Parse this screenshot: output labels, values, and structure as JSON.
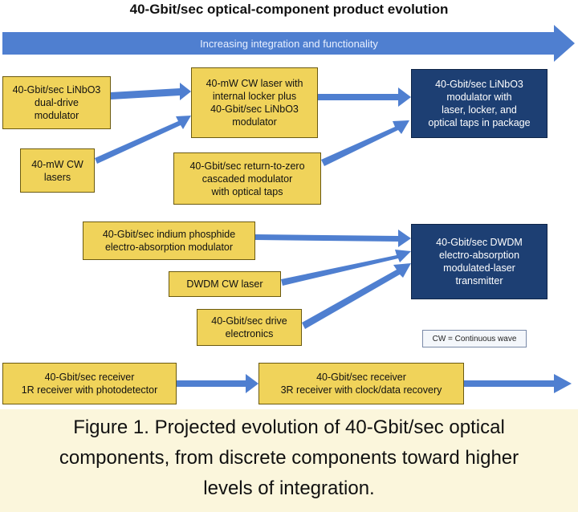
{
  "title": "40-Gbit/sec optical-component product evolution",
  "banner": "Increasing integration and functionality",
  "boxes": {
    "b1": "40-Gbit/sec LiNbO3\ndual-drive\nmodulator",
    "b2": "40-mW CW laser with\ninternal locker plus\n40-Gbit/sec LiNbO3\nmodulator",
    "b3": "40-Gbit/sec LiNbO3\nmodulator with\nlaser, locker, and\noptical taps in package",
    "b4": "40-mW CW\nlasers",
    "b5": "40-Gbit/sec return-to-zero\ncascaded modulator\nwith optical taps",
    "b6": "40-Gbit/sec indium phosphide\nelectro-absorption modulator",
    "b7": "40-Gbit/sec DWDM\nelectro-absorption\nmodulated-laser\ntransmitter",
    "b8": "DWDM CW laser",
    "b9": "40-Gbit/sec drive\nelectronics",
    "b10": "40-Gbit/sec receiver\n1R receiver with photodetector",
    "b11": "40-Gbit/sec receiver\n3R receiver with clock/data recovery"
  },
  "legend": "CW = Continuous wave",
  "caption": "Figure 1. Projected evolution of 40-Gbit/sec optical\ncomponents, from discrete components toward higher\nlevels of integration.",
  "colors": {
    "box_fill": "#f0d35a",
    "dark_box_fill": "#1d3f73",
    "arrow_blue": "#4f7fd0",
    "caption_bg": "#fbf6dc"
  }
}
